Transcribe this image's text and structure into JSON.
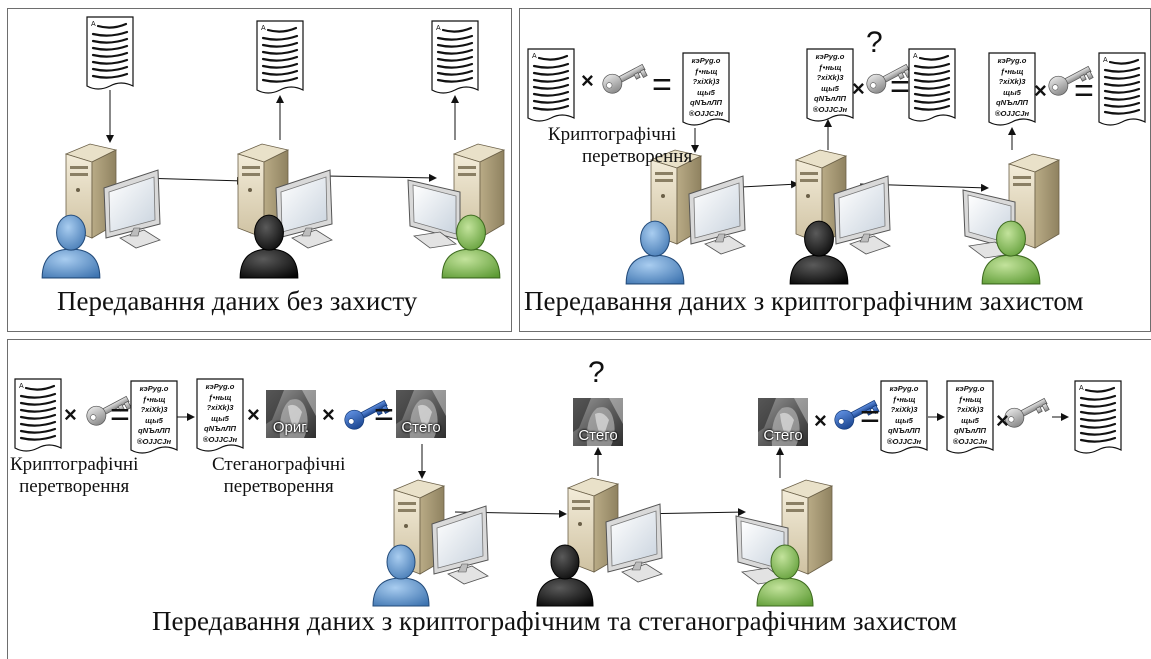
{
  "captions": {
    "panel1": "Передавання даних без захисту",
    "panel2": "Передавання даних з криптографічним захистом",
    "panel3": "Передавання даних з криптографічним та стеганографічним захистом"
  },
  "labels": {
    "crypto_line1": "Криптографічні",
    "crypto_line2": "перетворення",
    "stego_line1": "Стеганографічні",
    "stego_line2": "перетворення"
  },
  "symbols": {
    "times": "×",
    "equals": "=",
    "question": "?"
  },
  "image_tiles": {
    "original": "Ориг.",
    "stego": "Стего"
  },
  "ciphertext_lines": [
    "кэPуg.o",
    "ƒ•ньщ",
    "?xiXk)3",
    "щы5",
    "qNЪлЛП",
    "®OJJCJн"
  ],
  "colors": {
    "sender_person": "#6fa4d6",
    "eavesdropper_person": "#1a1a1a",
    "receiver_person": "#8cbf5a",
    "key_gray": "#a0a0a0",
    "key_blue": "#2b5fb0"
  }
}
